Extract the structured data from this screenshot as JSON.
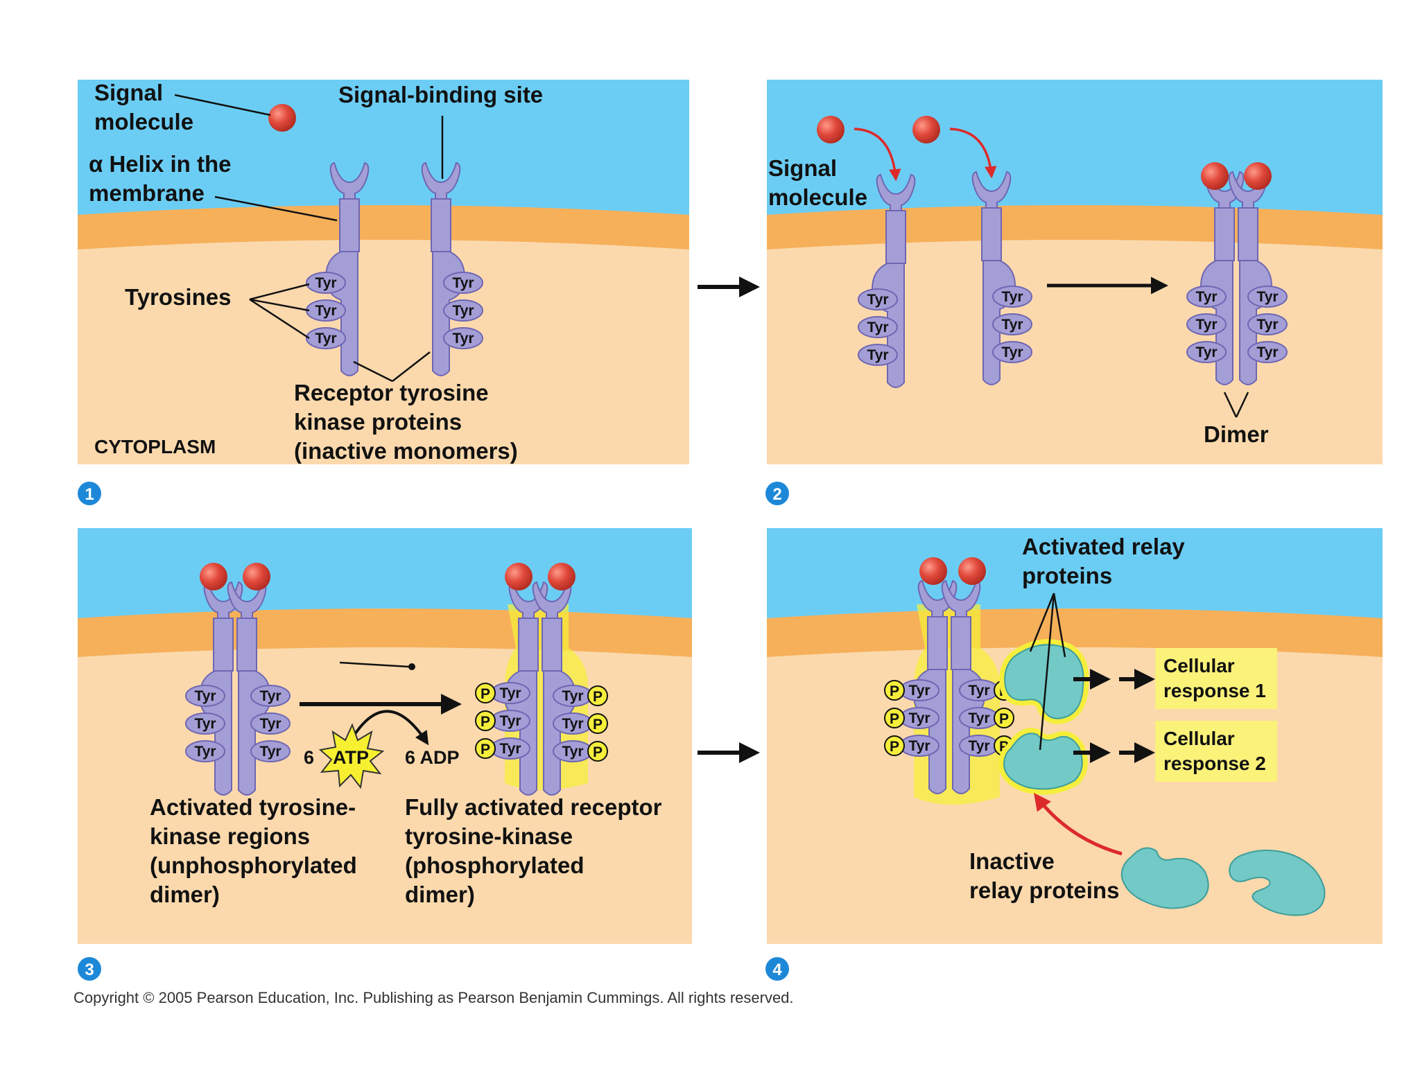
{
  "colors": {
    "extracellular": "#6ccdf4",
    "membrane": "#f6b05a",
    "cytoplasm": "#fbd9ad",
    "receptor": "#a49ed6",
    "receptor_stroke": "#6e66b3",
    "signal": "#e0483a",
    "relay": "#72c9c6",
    "glow": "#f5ee3b",
    "response_box": "#fbf27a",
    "arrow_red": "#dc2a2a",
    "step_circle": "#1e88d8"
  },
  "panel1": {
    "step": "1",
    "signal_molecule_line1": "Signal",
    "signal_molecule_line2": "molecule",
    "signal_binding_site": "Signal-binding site",
    "helix_line1": "α Helix in the",
    "helix_line2": "membrane",
    "tyrosines": "Tyrosines",
    "receptor_line1": "Receptor tyrosine",
    "receptor_line2": "kinase proteins",
    "receptor_line3": "(inactive monomers)",
    "cytoplasm": "CYTOPLASM"
  },
  "panel2": {
    "step": "2",
    "signal_molecule_line1": "Signal",
    "signal_molecule_line2": "molecule",
    "dimer": "Dimer"
  },
  "panel3": {
    "step": "3",
    "atp_count": "6",
    "atp": "ATP",
    "adp": "6 ADP",
    "left_line1": "Activated tyrosine-",
    "left_line2": "kinase regions",
    "left_line3": "(unphosphorylated",
    "left_line4": "dimer)",
    "right_line1": "Fully activated receptor",
    "right_line2": "tyrosine-kinase",
    "right_line3": "(phosphorylated",
    "right_line4": "dimer)"
  },
  "panel4": {
    "step": "4",
    "activated_line1": "Activated relay",
    "activated_line2": "proteins",
    "response1_line1": "Cellular",
    "response1_line2": "response 1",
    "response2_line1": "Cellular",
    "response2_line2": "response 2",
    "inactive_line1": "Inactive",
    "inactive_line2": "relay proteins"
  },
  "tyr_label": "Tyr",
  "phosphate_label": "P",
  "copyright": "Copyright © 2005 Pearson Education, Inc. Publishing as Pearson Benjamin Cummings. All rights reserved."
}
